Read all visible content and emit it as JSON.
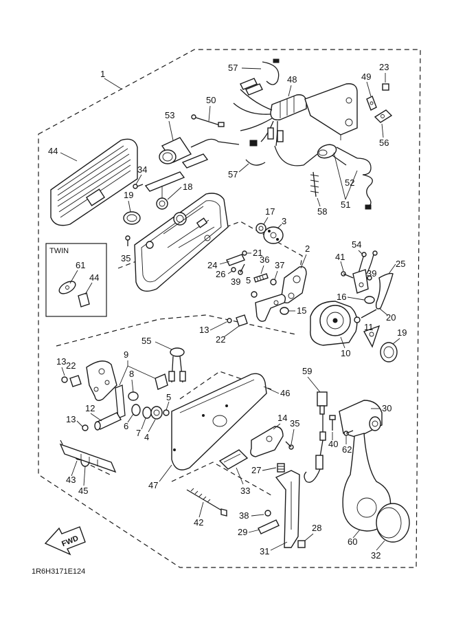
{
  "diagram": {
    "set_label": "1",
    "twin_label": "TWIN",
    "fwd_label": "FWD",
    "drawing_code": "1R6H3171E124",
    "parts": {
      "p2": "2",
      "p3": "3",
      "p4": "4",
      "p5a": "5",
      "p5b": "5",
      "p6": "6",
      "p7": "7",
      "p8": "8",
      "p9": "9",
      "p10": "10",
      "p11": "11",
      "p12": "12",
      "p13a": "13",
      "p13b": "13",
      "p13c": "13",
      "p14": "14",
      "p15": "15",
      "p16": "16",
      "p17": "17",
      "p18": "18",
      "p19a": "19",
      "p19b": "19",
      "p20": "20",
      "p21": "21",
      "p22a": "22",
      "p22b": "22",
      "p23": "23",
      "p24": "24",
      "p25": "25",
      "p26": "26",
      "p27": "27",
      "p28": "28",
      "p29": "29",
      "p30": "30",
      "p31": "31",
      "p32": "32",
      "p33": "33",
      "p34": "34",
      "p35a": "35",
      "p35b": "35",
      "p36": "36",
      "p37": "37",
      "p38": "38",
      "p39a": "39",
      "p39b": "39",
      "p40": "40",
      "p41": "41",
      "p42": "42",
      "p43": "43",
      "p44a": "44",
      "p44b": "44",
      "p45": "45",
      "p46": "46",
      "p47": "47",
      "p48": "48",
      "p49": "49",
      "p50": "50",
      "p51": "51",
      "p52": "52",
      "p53": "53",
      "p54": "54",
      "p55": "55",
      "p56": "56",
      "p57a": "57",
      "p57b": "57",
      "p58": "58",
      "p59": "59",
      "p60": "60",
      "p61": "61",
      "p62": "62"
    }
  }
}
